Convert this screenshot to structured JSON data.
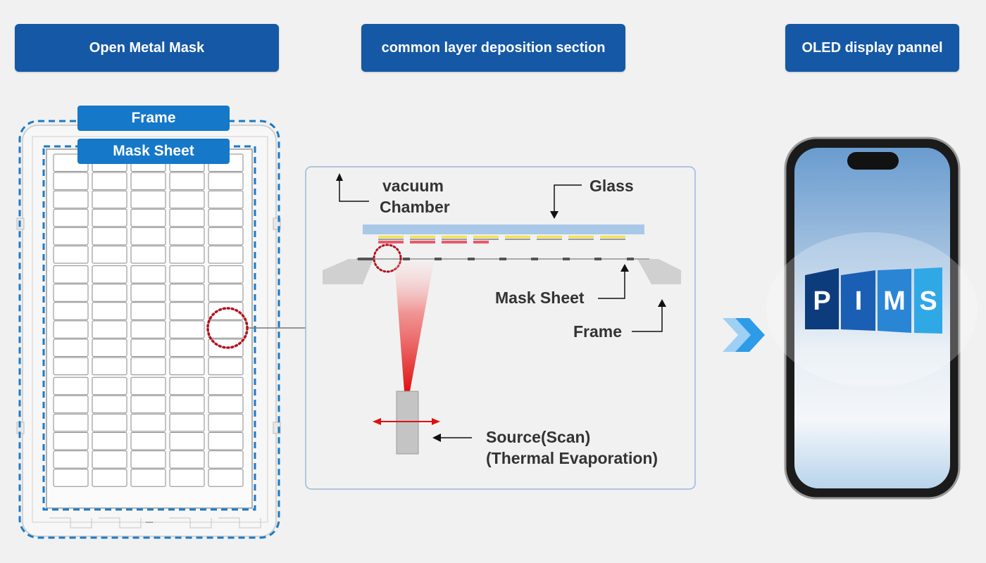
{
  "headers": {
    "open_metal_mask": "Open Metal Mask",
    "common_layer": "common layer deposition section",
    "oled_panel": "OLED display pannel"
  },
  "mask": {
    "frame_label": "Frame",
    "sheet_label": "Mask Sheet"
  },
  "deposition": {
    "vacuum_line1": "vacuum",
    "vacuum_line2": "Chamber",
    "glass": "Glass",
    "mask_sheet": "Mask Sheet",
    "frame": "Frame",
    "source_line1": "Source(Scan)",
    "source_line2": "(Thermal Evaporation)"
  },
  "logo": {
    "letters": [
      "P",
      "I",
      "M",
      "S"
    ]
  },
  "colors": {
    "header_bg": "#1558a6",
    "tag_bg": "#1578c8",
    "highlight_dash": "#1a7ac7",
    "red_circle": "#b3121f",
    "arrow_chevron": "#2e9be8"
  }
}
